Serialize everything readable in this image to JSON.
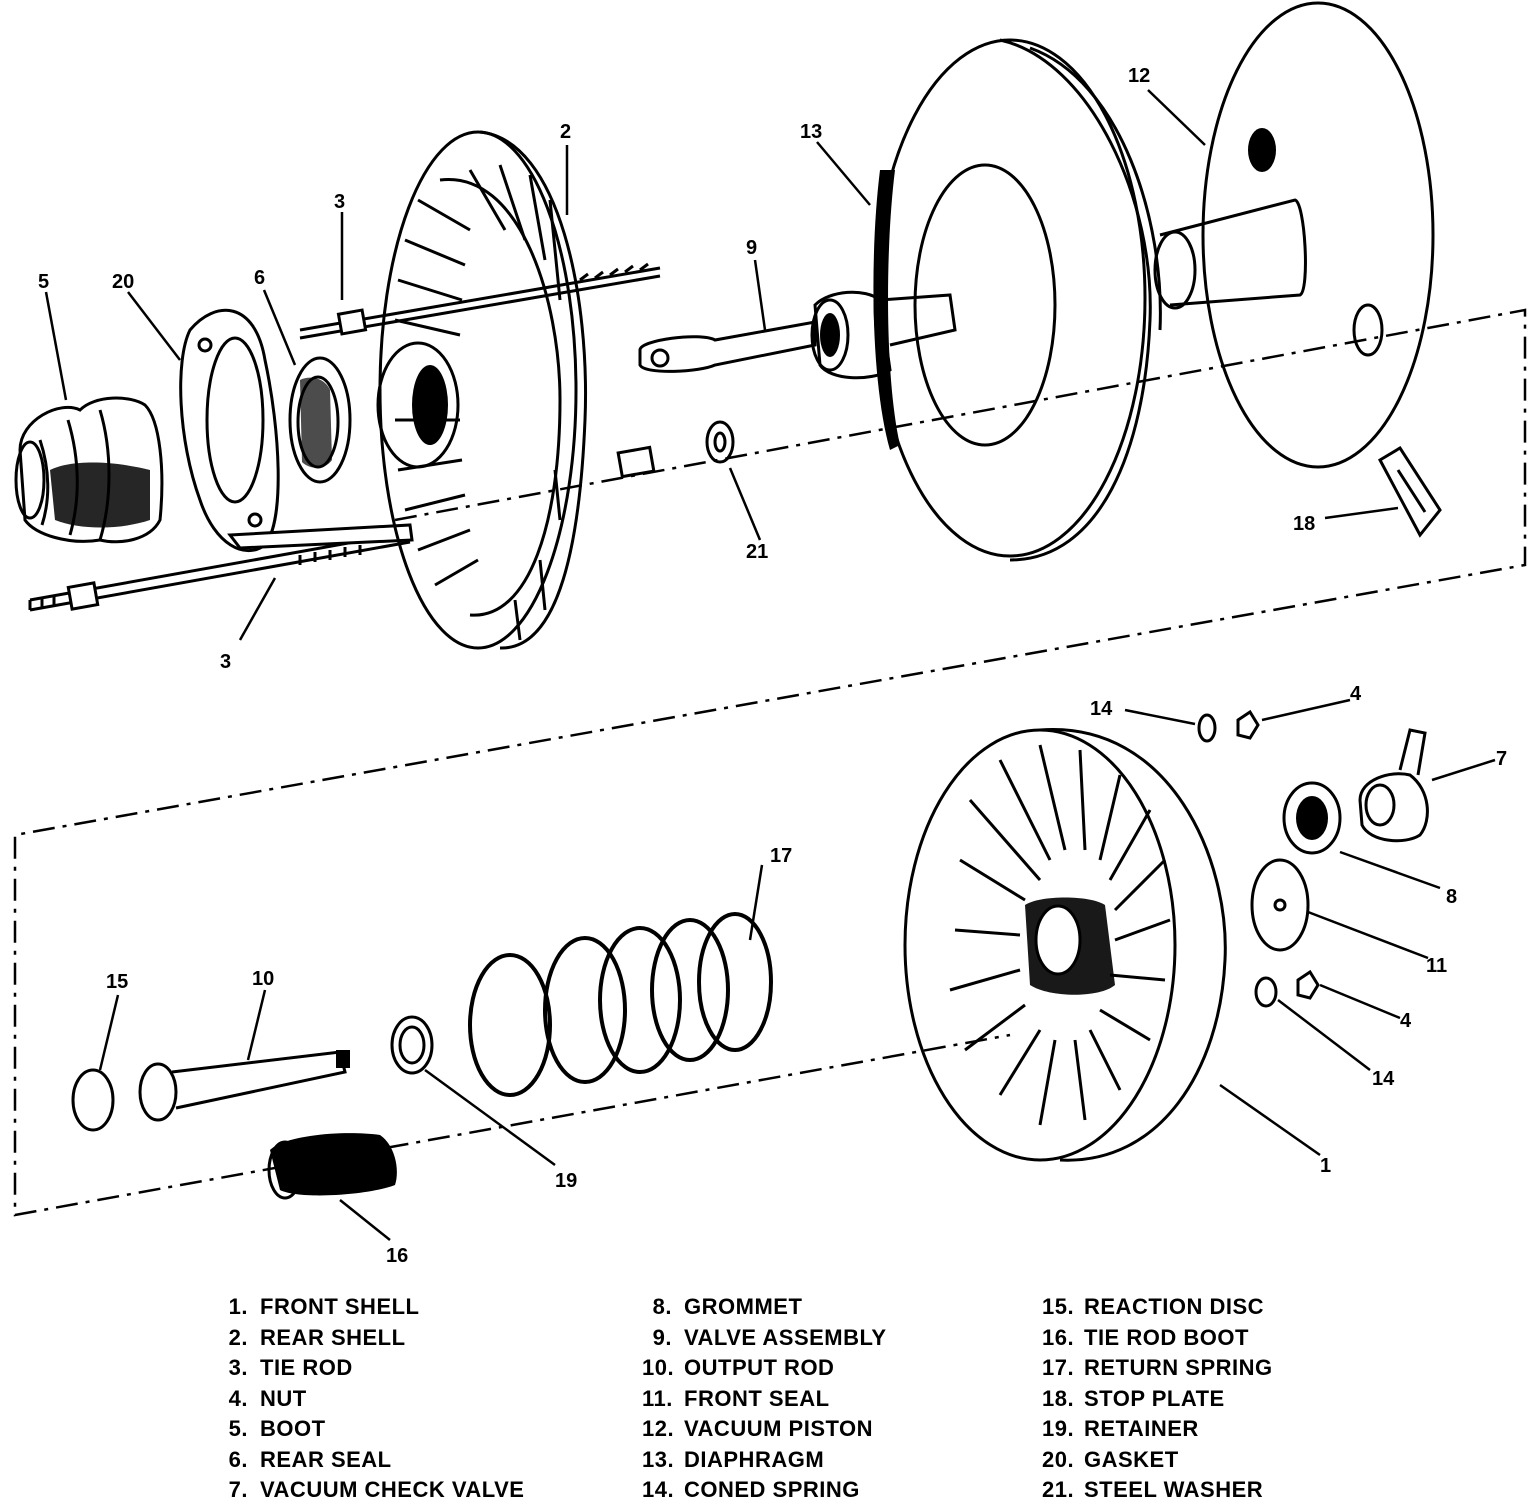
{
  "callouts": {
    "c1": "1",
    "c2": "2",
    "c3a": "3",
    "c3b": "3",
    "c4a": "4",
    "c4b": "4",
    "c5": "5",
    "c6": "6",
    "c7": "7",
    "c8": "8",
    "c9": "9",
    "c10": "10",
    "c11": "11",
    "c12": "12",
    "c13": "13",
    "c14a": "14",
    "c14b": "14",
    "c15": "15",
    "c16": "16",
    "c17": "17",
    "c18": "18",
    "c19": "19",
    "c20": "20",
    "c21": "21"
  },
  "legend": {
    "col1": [
      {
        "num": "1.",
        "label": "FRONT SHELL"
      },
      {
        "num": "2.",
        "label": "REAR SHELL"
      },
      {
        "num": "3.",
        "label": "TIE ROD"
      },
      {
        "num": "4.",
        "label": "NUT"
      },
      {
        "num": "5.",
        "label": "BOOT"
      },
      {
        "num": "6.",
        "label": "REAR SEAL"
      },
      {
        "num": "7.",
        "label": "VACUUM CHECK VALVE"
      }
    ],
    "col2": [
      {
        "num": "8.",
        "label": "GROMMET"
      },
      {
        "num": "9.",
        "label": "VALVE ASSEMBLY"
      },
      {
        "num": "10.",
        "label": "OUTPUT ROD"
      },
      {
        "num": "11.",
        "label": "FRONT SEAL"
      },
      {
        "num": "12.",
        "label": "VACUUM PISTON"
      },
      {
        "num": "13.",
        "label": "DIAPHRAGM"
      },
      {
        "num": "14.",
        "label": "CONED SPRING"
      }
    ],
    "col3": [
      {
        "num": "15.",
        "label": "REACTION DISC"
      },
      {
        "num": "16.",
        "label": "TIE ROD BOOT"
      },
      {
        "num": "17.",
        "label": "RETURN SPRING"
      },
      {
        "num": "18.",
        "label": "STOP PLATE"
      },
      {
        "num": "19.",
        "label": "RETAINER"
      },
      {
        "num": "20.",
        "label": "GASKET"
      },
      {
        "num": "21.",
        "label": "STEEL WASHER"
      }
    ]
  }
}
